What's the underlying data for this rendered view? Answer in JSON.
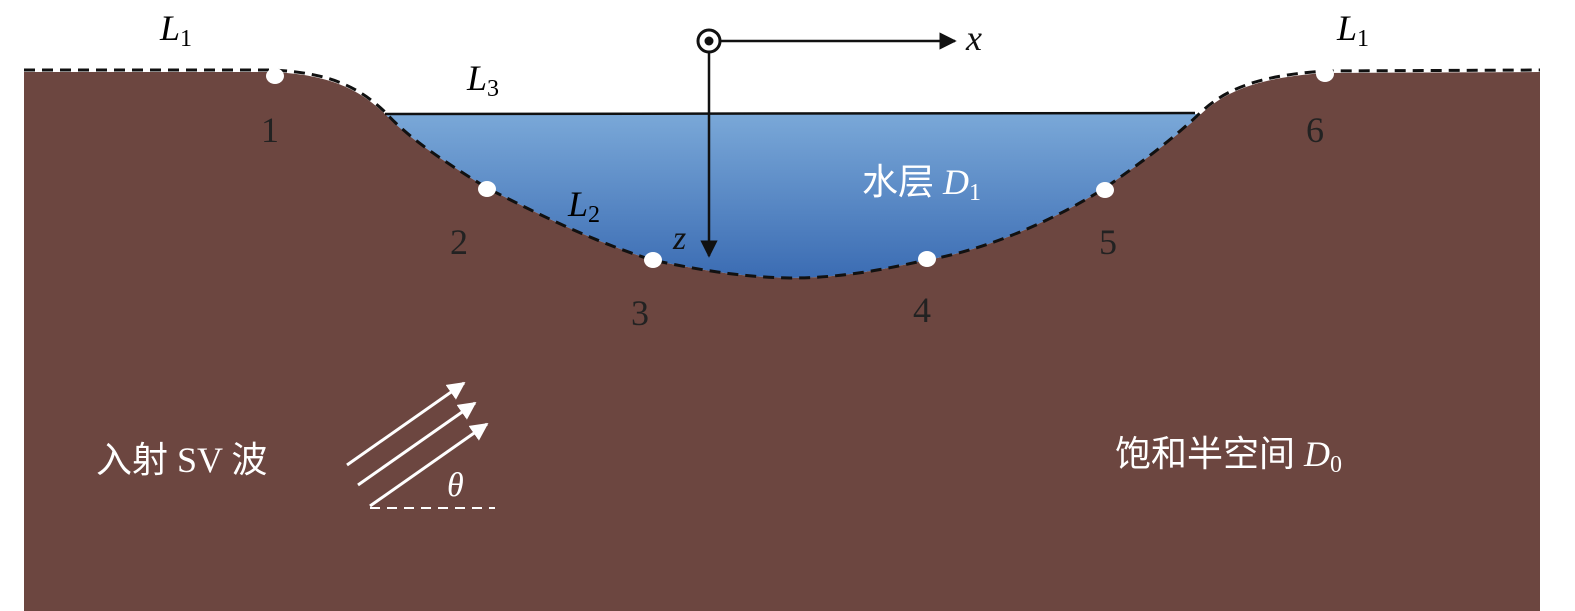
{
  "labels": {
    "L1_left": "L",
    "L1_left_sub": "1",
    "L1_right": "L",
    "L1_right_sub": "1",
    "L3": "L",
    "L3_sub": "3",
    "L2": "L",
    "L2_sub": "2",
    "x_axis": "x",
    "z_axis": "z",
    "water_layer": "水层 ",
    "water_D": "D",
    "water_D_sub": "1",
    "halfspace": "饱和半空间 ",
    "halfspace_D": "D",
    "halfspace_D_sub": "0",
    "incident_wave": "入射 SV 波",
    "theta": "θ"
  },
  "points": [
    "1",
    "2",
    "3",
    "4",
    "5",
    "6"
  ],
  "colors": {
    "soil": "#6c4640",
    "water_top": "#7aa8d8",
    "water_bottom": "#3b6cb3"
  }
}
